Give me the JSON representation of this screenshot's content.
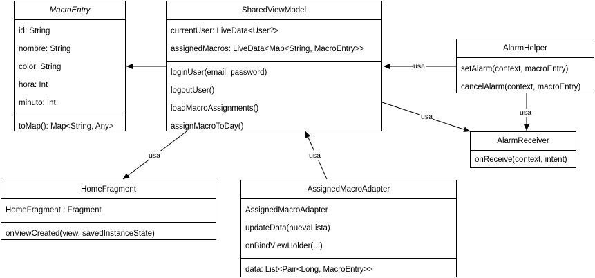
{
  "classes": {
    "macro_entry": {
      "name": "MacroEntry",
      "attributes": [
        "id: String",
        "nombre: String",
        "color: String",
        "hora: Int",
        "minuto: Int"
      ],
      "methods": [
        "toMap(): Map<String, Any>"
      ]
    },
    "shared_view_model": {
      "name": "SharedViewModel",
      "attributes": [
        "currentUser: LiveData<User?>",
        "assignedMacros: LiveData<Map<String, MacroEntry>>"
      ],
      "methods": [
        "loginUser(email, password)",
        "logoutUser()",
        "loadMacroAssignments()",
        "assignMacroToDay()"
      ]
    },
    "alarm_helper": {
      "name": "AlarmHelper",
      "methods": [
        "setAlarm(context, macroEntry)",
        "cancelAlarm(context, macroEntry)"
      ]
    },
    "alarm_receiver": {
      "name": "AlarmReceiver",
      "methods": [
        "onReceive(context, intent)"
      ]
    },
    "home_fragment": {
      "name": "HomeFragment",
      "attributes": [
        "HomeFragment : Fragment"
      ],
      "methods": [
        "onViewCreated(view, savedInstanceState)"
      ]
    },
    "assigned_macro_adapter": {
      "name": "AssignedMacroAdapter",
      "methods": [
        "AssignedMacroAdapter",
        "updateData(nuevaLista)",
        "onBindViewHolder(...)"
      ],
      "attributes": [
        "data: List<Pair<Long, MacroEntry>>"
      ]
    }
  },
  "edges": {
    "alarmhelper_viewmodel": "usa",
    "viewmodel_receiver": "usa",
    "alarmhelper_receiver": "usa",
    "viewmodel_homefragment": "usa",
    "adapter_viewmodel": "usa"
  }
}
